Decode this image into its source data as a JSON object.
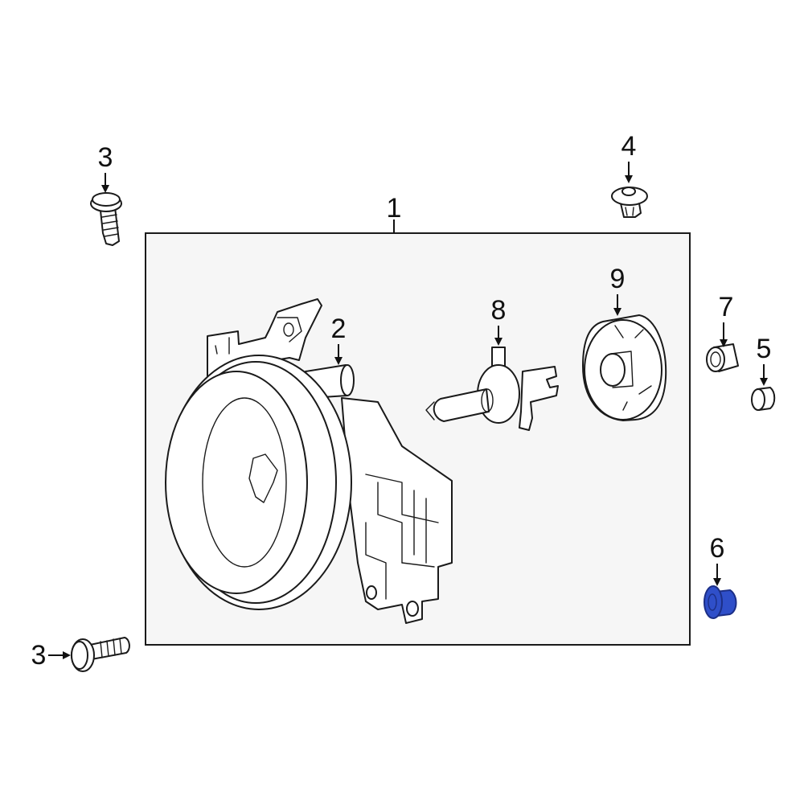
{
  "colors": {
    "frame_fill": "#f6f6f6",
    "line": "#1a1a1a",
    "highlight": "#2f4fc9",
    "highlight_dark": "#1c2f86"
  },
  "callouts": {
    "c1": "1",
    "c2": "2",
    "c3_top": "3",
    "c3_bottom": "3",
    "c4": "4",
    "c5": "5",
    "c6": "6",
    "c7": "7",
    "c8": "8",
    "c9": "9"
  },
  "highlighted_part": "6",
  "icons": {
    "part_1": "fog-lamp-assembly-frame",
    "part_2": "fog-lamp-housing",
    "part_3": "screw",
    "part_4": "push-clip",
    "part_5": "grommet",
    "part_6": "grommet-nut",
    "part_7": "bushing",
    "part_8": "bulb",
    "part_9": "bulb-cover-cap"
  }
}
